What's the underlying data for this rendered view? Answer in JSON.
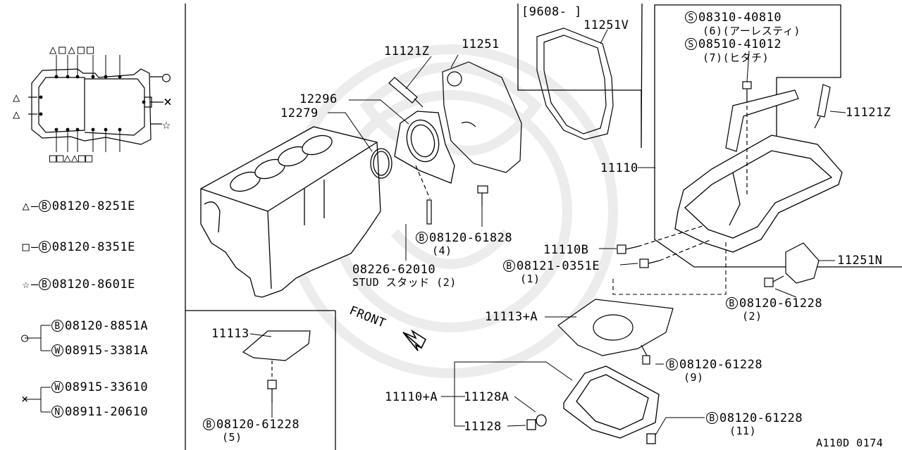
{
  "legend": {
    "triangle": {
      "symbol": "△",
      "marker": "B",
      "part": "08120-8251E"
    },
    "square": {
      "symbol": "□",
      "marker": "B",
      "part": "08120-8351E"
    },
    "star": {
      "symbol": "☆",
      "marker": "B",
      "part": "08120-8601E"
    },
    "circle": {
      "symbol": "○",
      "items": [
        {
          "marker": "B",
          "part": "08120-8851A"
        },
        {
          "marker": "W",
          "part": "08915-3381A"
        }
      ]
    },
    "cross": {
      "symbol": "×",
      "items": [
        {
          "marker": "W",
          "part": "08915-33610"
        },
        {
          "marker": "N",
          "part": "08911-20610"
        }
      ]
    }
  },
  "inset_symbols": {
    "top": "△□△□□",
    "bottom": "□□△△□□",
    "left_1": "△",
    "left_2": "△",
    "right_circle": "○",
    "right_cross": "×",
    "right_star": "☆"
  },
  "callouts": {
    "c11121z_left": "11121Z",
    "c11251": "11251",
    "c12296": "12296",
    "c12279": "12279",
    "c11251v_date": "[9608-     ]",
    "c11251v": "11251V",
    "s08310": {
      "marker": "S",
      "part": "08310-40810",
      "note": "(6)(アーレスティ)"
    },
    "s08510": {
      "marker": "S",
      "part": "08510-41012",
      "note": "(7)(ヒタチ)"
    },
    "c11121z_right": "11121Z",
    "c11110": "11110",
    "b08120_61828": {
      "marker": "B",
      "part": "08120-61828",
      "qty": "(4)"
    },
    "stud": {
      "part": "08226-62010",
      "desc": "STUD スタッド (2)"
    },
    "c11110b": "11110B",
    "b08121": {
      "marker": "B",
      "part": "08121-0351E",
      "qty": "(1)"
    },
    "c11251n": "11251N",
    "b08120_61228_2": {
      "marker": "B",
      "part": "08120-61228",
      "qty": "(2)"
    },
    "front": "FRONT",
    "c11113a": "11113+A",
    "c11113": "11113",
    "b08120_61228_9": {
      "marker": "B",
      "part": "08120-61228",
      "qty": "(9)"
    },
    "b08120_61228_5": {
      "marker": "B",
      "part": "08120-61228",
      "qty": "(5)"
    },
    "c11110a": "11110+A",
    "c11128a": "11128A",
    "c11128": "11128",
    "b08120_61228_11": {
      "marker": "B",
      "part": "08120-61228",
      "qty": "(11)"
    }
  },
  "footer_code": "A110D 0174"
}
